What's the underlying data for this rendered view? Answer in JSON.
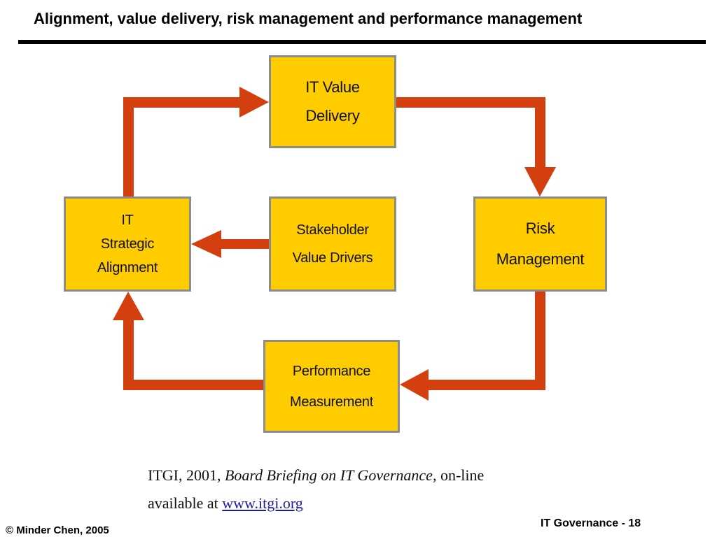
{
  "title": "Alignment, value delivery, risk management and performance management",
  "diagram": {
    "nodes": {
      "value_delivery": [
        "IT Value",
        "Delivery"
      ],
      "risk_management": [
        "Risk",
        "Management"
      ],
      "stakeholder": [
        "Stakeholder",
        "Value Drivers"
      ],
      "strategic_alignment": [
        "IT",
        "Strategic",
        "Alignment"
      ],
      "performance": [
        "Performance",
        "Measurement"
      ]
    },
    "edges": [
      {
        "from": "strategic_alignment",
        "to": "value_delivery"
      },
      {
        "from": "value_delivery",
        "to": "risk_management"
      },
      {
        "from": "risk_management",
        "to": "performance"
      },
      {
        "from": "performance",
        "to": "strategic_alignment"
      },
      {
        "from": "stakeholder",
        "to": "strategic_alignment"
      }
    ],
    "colors": {
      "box_fill": "#ffcc00",
      "box_border": "#8c8c8c",
      "arrow": "#d43f0f"
    }
  },
  "citation": {
    "prefix": "ITGI, 2001, ",
    "work": "Board Briefing on IT Governance,",
    "suffix": " on-line",
    "line2": "available at ",
    "link": "www.itgi.org"
  },
  "footer": {
    "copyright": "© Minder Chen,  2005",
    "page": "IT Governance - 18"
  }
}
